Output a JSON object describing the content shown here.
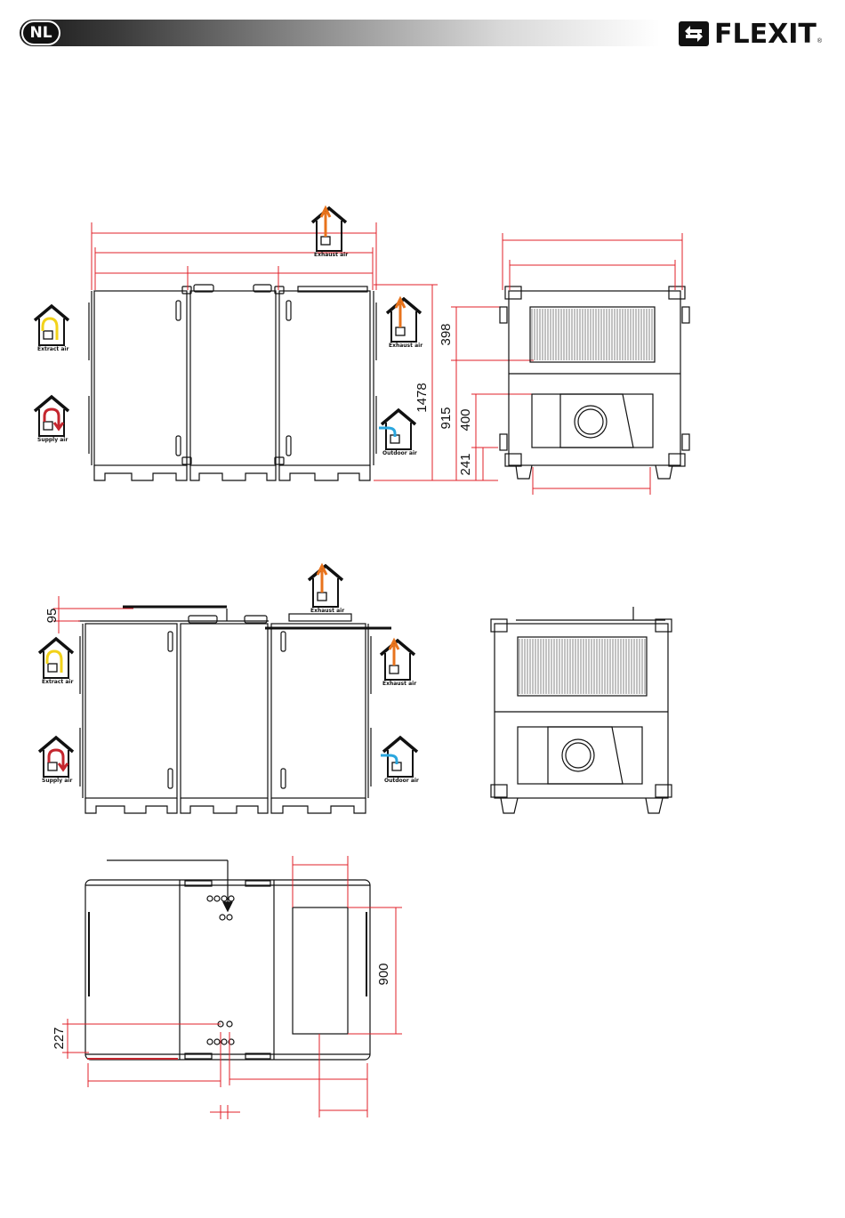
{
  "header": {
    "language_code": "NL",
    "brand_name": "FLEXIT",
    "brand_registered": "®"
  },
  "airflow_labels": {
    "exhaust": "Exhaust air",
    "extract": "Extract air",
    "supply": "Supply air",
    "outdoor": "Outdoor air"
  },
  "dimensions": {
    "height_total": "1478",
    "height_lower": "915",
    "upper_duct_height": "398",
    "lower_duct_height": "400",
    "base_offset": "241",
    "top_offset": "95",
    "top_view_opening": "900",
    "top_view_offset": "227"
  },
  "colors": {
    "dimension_line": "#e0202a",
    "exhaust_arrow": "#e8731c",
    "extract_arrow": "#f2d21a",
    "supply_arrow": "#c4262e",
    "outdoor_arrow": "#2aa6de",
    "outline": "#111111"
  }
}
